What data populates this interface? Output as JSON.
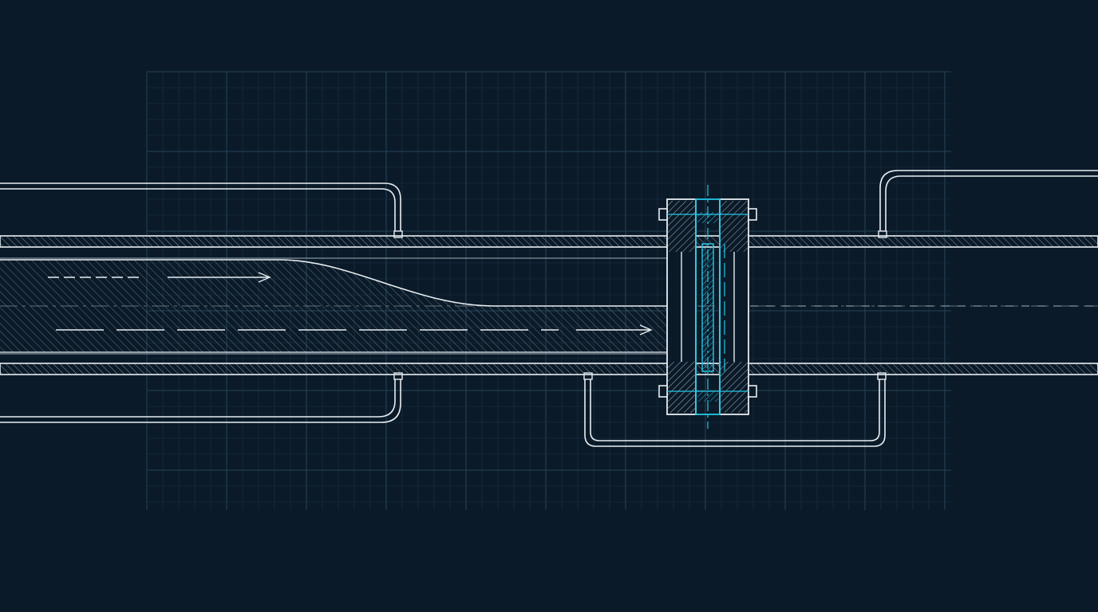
{
  "colors": {
    "background": "#0b1a28",
    "grid_minor": "#1b3346",
    "grid_major": "#244459",
    "line": "#e8eef2",
    "line_dim": "#9fb0bd",
    "accent": "#22c8e6",
    "hatch": "#8e9ba5"
  },
  "components": [
    {
      "id": "pipe",
      "kind": "pipe-section",
      "icon": "pipe-section-icon"
    },
    {
      "id": "flow",
      "kind": "flow-contraction",
      "icon": "flow-arrow-icon"
    },
    {
      "id": "flange",
      "kind": "flanged-orifice-plate",
      "icon": "flange-icon"
    },
    {
      "id": "impulse-lines",
      "kind": "pressure-tap-lines",
      "icon": "impulse-line-icon"
    }
  ],
  "labels": []
}
